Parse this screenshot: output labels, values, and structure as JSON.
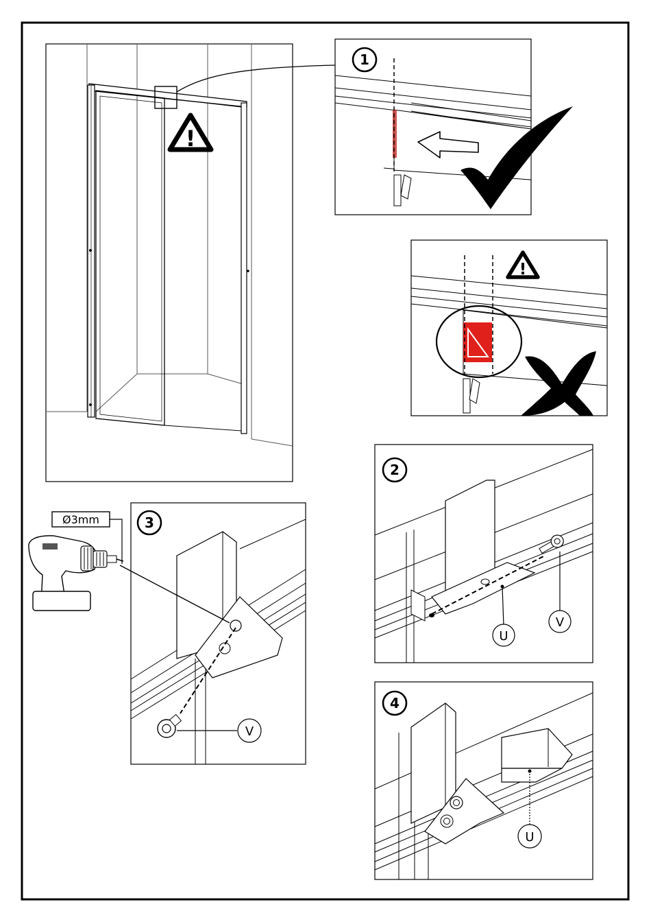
{
  "steps": {
    "step1": "1",
    "step2": "2",
    "step3": "3",
    "step4": "4"
  },
  "warning_symbol": "!",
  "callouts": {
    "part_u": "U",
    "part_v": "V",
    "drill_size": "Ø3mm"
  },
  "icons": {
    "warning": "warning-triangle-icon",
    "correct": "checkmark-icon",
    "incorrect": "cross-icon",
    "drill": "cordless-drill-icon"
  },
  "colors": {
    "ink": "#000000",
    "paper": "#ffffff",
    "alert_red": "#e0201b",
    "line_grey": "#555555"
  }
}
